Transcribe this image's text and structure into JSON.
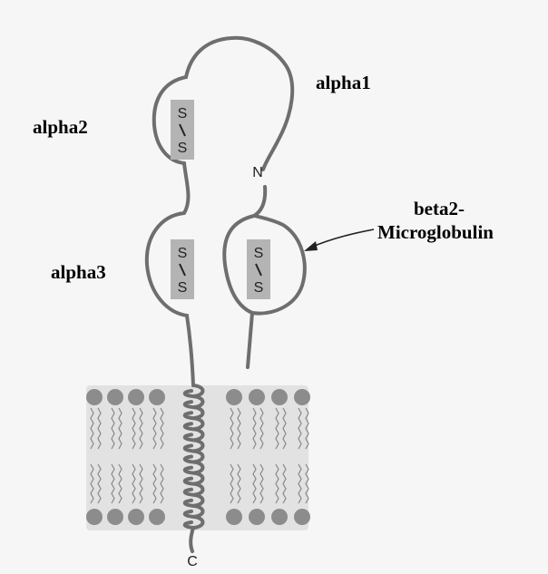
{
  "labels": {
    "alpha1": "alpha1",
    "alpha2": "alpha2",
    "alpha3": "alpha3",
    "beta2_line1": "beta2-",
    "beta2_line2": "Microglobulin"
  },
  "bond_letters": {
    "top": "S",
    "bottom": "S"
  },
  "terminals": {
    "n": "N",
    "c": "C"
  },
  "colors": {
    "chain": "#6e6e6e",
    "disulfide_box": "#b4b4b4",
    "lipid_head": "#8c8c8c",
    "membrane_band": "#e2e2e2",
    "background": "#f6f6f6",
    "text": "#000000"
  }
}
